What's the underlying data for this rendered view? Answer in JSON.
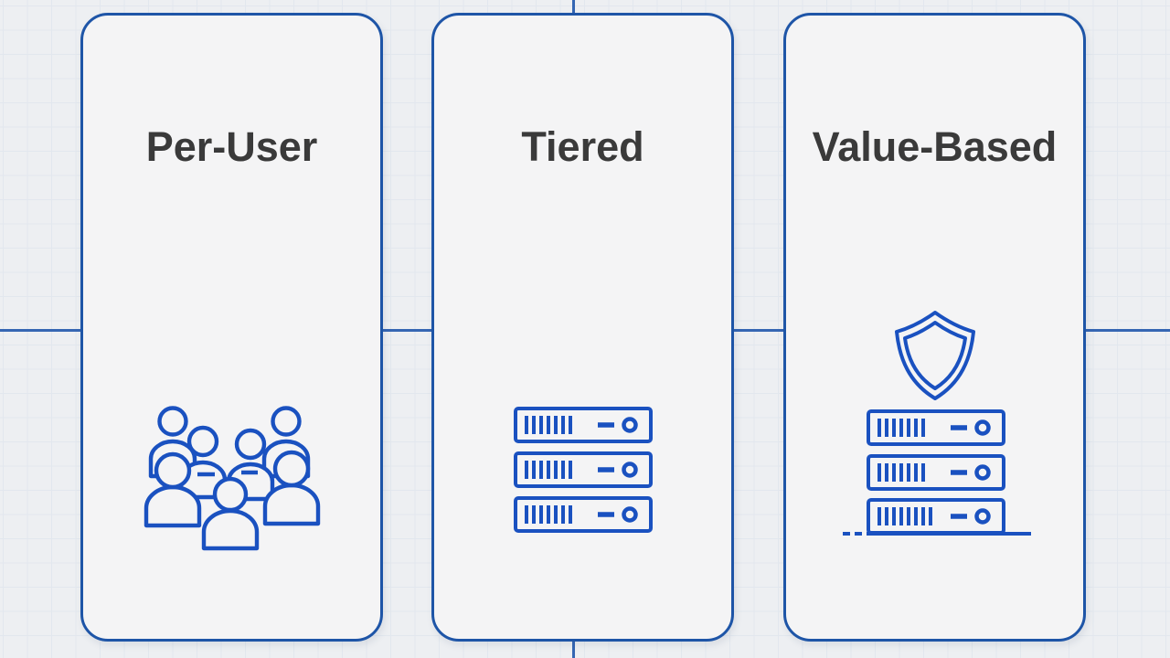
{
  "diagram": {
    "description": "Three pricing-model cards on a blueprint grid background",
    "cards": [
      {
        "id": "per-user",
        "title": "Per-User",
        "icon": "user-group-icon"
      },
      {
        "id": "tiered",
        "title": "Tiered",
        "icon": "server-stack-icon"
      },
      {
        "id": "value-based",
        "title": "Value-Based",
        "icon": "shield-server-stack-icon"
      }
    ]
  },
  "colors": {
    "page_bg": "#edeff2",
    "card_bg": "#f4f4f5",
    "card_border": "#1e55a7",
    "icon_blue": "#1a51c0",
    "accent_line": "#3566b3",
    "grid_line": "#e2e7ee",
    "title_text": "#3a3a3a"
  }
}
